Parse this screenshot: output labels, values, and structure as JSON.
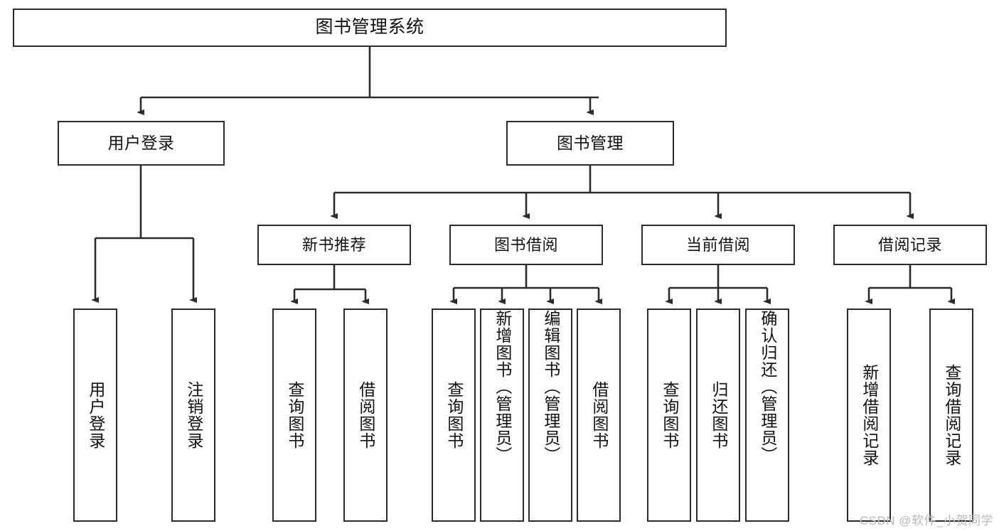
{
  "diagram": {
    "title": "图书管理系统",
    "watermark": "CSDN @软件_小贺同学",
    "colors": {
      "box_border": "#2b2b2b",
      "box_fill": "#ffffff",
      "edge": "#2b2b2b",
      "text": "#111111",
      "watermark": "#b9b9b9",
      "background": "#ffffff"
    },
    "root": {
      "label": "图书管理系统"
    },
    "level2": [
      {
        "label": "用户登录"
      },
      {
        "label": "图书管理"
      }
    ],
    "level3": [
      {
        "label": "新书推荐"
      },
      {
        "label": "图书借阅"
      },
      {
        "label": "当前借阅"
      },
      {
        "label": "借阅记录"
      }
    ],
    "leaves": {
      "user_login": [
        {
          "label": "用户登录"
        },
        {
          "label": "注销登录"
        }
      ],
      "new_book_recommend": [
        {
          "label": "查询图书"
        },
        {
          "label": "借阅图书"
        }
      ],
      "book_borrow": [
        {
          "label": "查询图书"
        },
        {
          "label": "新增图书（管理员）"
        },
        {
          "label": "编辑图书（管理员）"
        },
        {
          "label": "借阅图书"
        }
      ],
      "current_borrow": [
        {
          "label": "查询图书"
        },
        {
          "label": "归还图书"
        },
        {
          "label": "确认归还（管理员）"
        }
      ],
      "borrow_record": [
        {
          "label": "新增借阅记录"
        },
        {
          "label": "查询借阅记录"
        }
      ]
    }
  }
}
